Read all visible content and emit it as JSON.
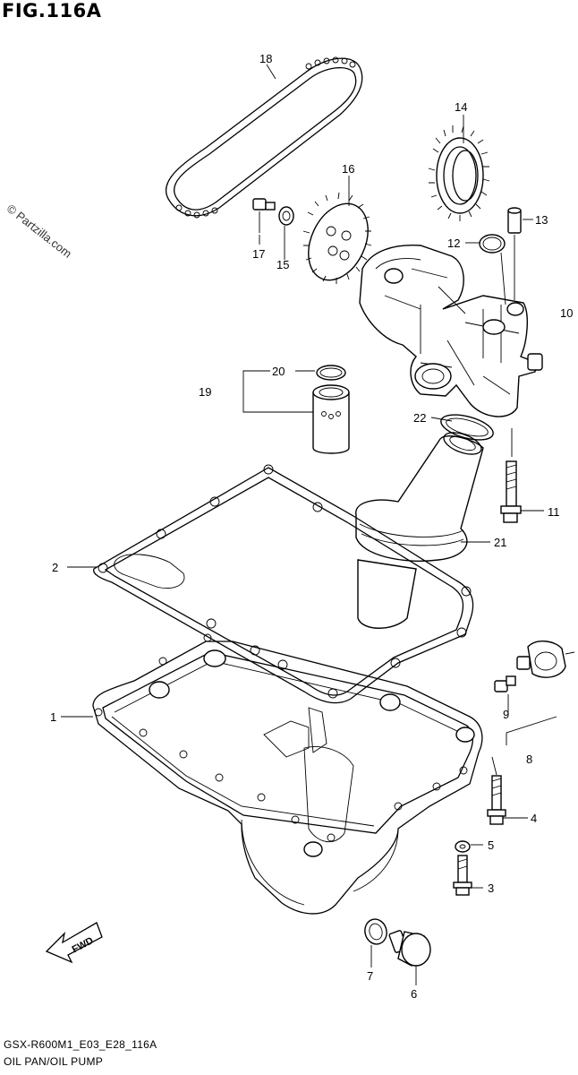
{
  "figure": {
    "title": "FIG.116A",
    "code": "GSX-R600M1_E03_E28_116A",
    "name": "OIL PAN/OIL PUMP",
    "watermark": "© Partzilla.com",
    "fwd_label": "FWD"
  },
  "callouts": [
    {
      "id": "1",
      "label": "1"
    },
    {
      "id": "2",
      "label": "2"
    },
    {
      "id": "3",
      "label": "3"
    },
    {
      "id": "4",
      "label": "4"
    },
    {
      "id": "5",
      "label": "5"
    },
    {
      "id": "6",
      "label": "6"
    },
    {
      "id": "7",
      "label": "7"
    },
    {
      "id": "8",
      "label": "8"
    },
    {
      "id": "9",
      "label": "9"
    },
    {
      "id": "10",
      "label": "10"
    },
    {
      "id": "11",
      "label": "11"
    },
    {
      "id": "12",
      "label": "12"
    },
    {
      "id": "13",
      "label": "13"
    },
    {
      "id": "14",
      "label": "14"
    },
    {
      "id": "15",
      "label": "15"
    },
    {
      "id": "16",
      "label": "16"
    },
    {
      "id": "17",
      "label": "17"
    },
    {
      "id": "18",
      "label": "18"
    },
    {
      "id": "19",
      "label": "19"
    },
    {
      "id": "20",
      "label": "20"
    },
    {
      "id": "21",
      "label": "21"
    },
    {
      "id": "22",
      "label": "22"
    }
  ]
}
